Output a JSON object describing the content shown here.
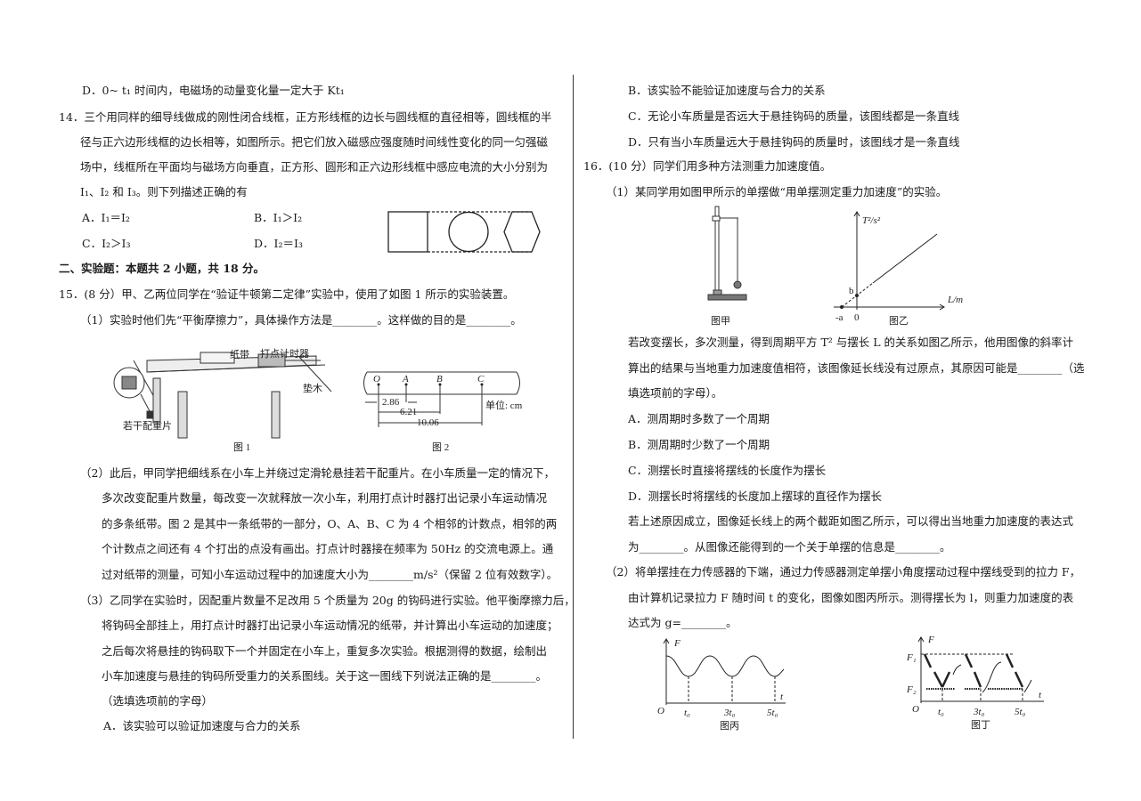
{
  "left": {
    "q13_d": "D．0~ t₁ 时间内，电磁场的动量变化量一定大于 Kt₁",
    "q14": {
      "lines": [
        "14．三个用同样的细导线做成的刚性闭合线框，正方形线框的边长与圆线框的直径相等，圆线框的半",
        "径与正六边形线框的边长相等，如图所示。把它们放入磁感应强度随时间线性变化的同一匀强磁",
        "场中，线框所在平面均与磁场方向垂直，正方形、圆形和正六边形线框中感应电流的大小分别为",
        "I₁、I₂ 和 I₃。则下列描述正确的有"
      ],
      "options": [
        "A．I₁＝I₂",
        "B．I₁＞I₂",
        "C．I₂＞I₃",
        "D．I₂＝I₃"
      ]
    },
    "section2": "二、实验题：本题共 2 小题，共 18 分。",
    "q15": {
      "stem": "15．(8 分）甲、乙两位同学在“验证牛顿第二定律”实验中，使用了如图 1 所示的实验装置。",
      "p1": "（1）实验时他们先“平衡摩擦力”，具体操作方法是________。这样做的目的是________。",
      "fig1": {
        "paper_tape": "纸带",
        "timer": "打点计时器",
        "block": "垫木",
        "weights": "若干配重片",
        "caption": "图 1"
      },
      "fig2": {
        "points": [
          "O",
          "A",
          "B",
          "C"
        ],
        "d1": "2.86",
        "d2": "6.21",
        "d3": "10.06",
        "unit": "单位: cm",
        "caption": "图 2"
      },
      "p2": [
        "（2）此后，甲同学把细线系在小车上并绕过定滑轮悬挂若干配重片。在小车质量一定的情况下，",
        "多次改变配重片数量，每改变一次就释放一次小车，利用打点计时器打出记录小车运动情况",
        "的多条纸带。图 2 是其中一条纸带的一部分，O、A、B、C 为 4 个相邻的计数点，相邻的两",
        "个计数点之间还有 4 个打出的点没有画出。打点计时器接在频率为 50Hz 的交流电源上。通",
        "过对纸带的测量，可知小车运动过程中的加速度大小为________m/s²（保留 2 位有效数字）。"
      ],
      "p3": [
        "（3）乙同学在实验时，因配重片数量不足改用 5 个质量为 20g 的钩码进行实验。他平衡摩擦力后，",
        "将钩码全部挂上，用打点计时器打出记录小车运动情况的纸带，并计算出小车运动的加速度；",
        "之后每次将悬挂的钩码取下一个并固定在小车上，重复多次实验。根据测得的数据，绘制出",
        "小车加速度与悬挂的钩码所受重力的关系图线。关于这一图线下列说法正确的是________。",
        "（选填选项前的字母）"
      ],
      "opt_a": "A．该实验可以验证加速度与合力的关系"
    }
  },
  "right": {
    "q15_opts": [
      "B．该实验不能验证加速度与合力的关系",
      "C．无论小车质量是否远大于悬挂钩码的质量，该图线都是一条直线",
      "D．只有当小车质量远大于悬挂钩码的质量时，该图线才是一条直线"
    ],
    "q16": {
      "stem": "16．(10 分）同学们用多种方法测重力加速度值。",
      "p1": "（1）某同学用如图甲所示的单摆做“用单摆测定重力加速度”的实验。",
      "fig_jia": "图甲",
      "fig_yi": {
        "ylabel": "T²/s²",
        "xlabel": "L/m",
        "b": "b",
        "neg_a": "-a",
        "zero": "0",
        "caption": "图乙"
      },
      "text1": [
        "若改变摆长，多次测量，得到周期平方 T² 与摆长 L 的关系如图乙所示，他用图像的斜率计",
        "算出的结果与当地重力加速度值相符，该图像延长线没有过原点，其原因可能是________（选",
        "填选项前的字母）。"
      ],
      "options": [
        "A．测周期时多数了一个周期",
        "B．测周期时少数了一个周期",
        "C．测摆长时直接将摆线的长度作为摆长",
        "D．测摆长时将摆线的长度加上摆球的直径作为摆长"
      ],
      "text2": [
        "若上述原因成立，图像延长线上的两个截距如图乙所示，可以得出当地重力加速度的表达式",
        "为________。从图像还能得到的一个关于单摆的信息是________。"
      ],
      "p2": [
        "（2）将单摆挂在力传感器的下端，通过力传感器测定单摆小角度摆动过程中摆线受到的拉力 F，",
        "由计算机记录拉力 F 随时间 t 的变化，图像如图丙所示。测得摆长为 l，则重力加速度的表",
        "达式为 g=________。"
      ],
      "fig_bing": {
        "ylabel": "F",
        "xlabel": "t",
        "origin": "O",
        "ticks": [
          "t₀",
          "3t₀",
          "5t₀"
        ],
        "caption": "图丙"
      },
      "fig_ding": {
        "ylabel": "F",
        "xlabel": "t",
        "origin": "O",
        "f1": "F₁",
        "f2": "F₂",
        "ticks": [
          "t₀",
          "3t₀",
          "5t₀"
        ],
        "caption": "图丁"
      }
    }
  }
}
